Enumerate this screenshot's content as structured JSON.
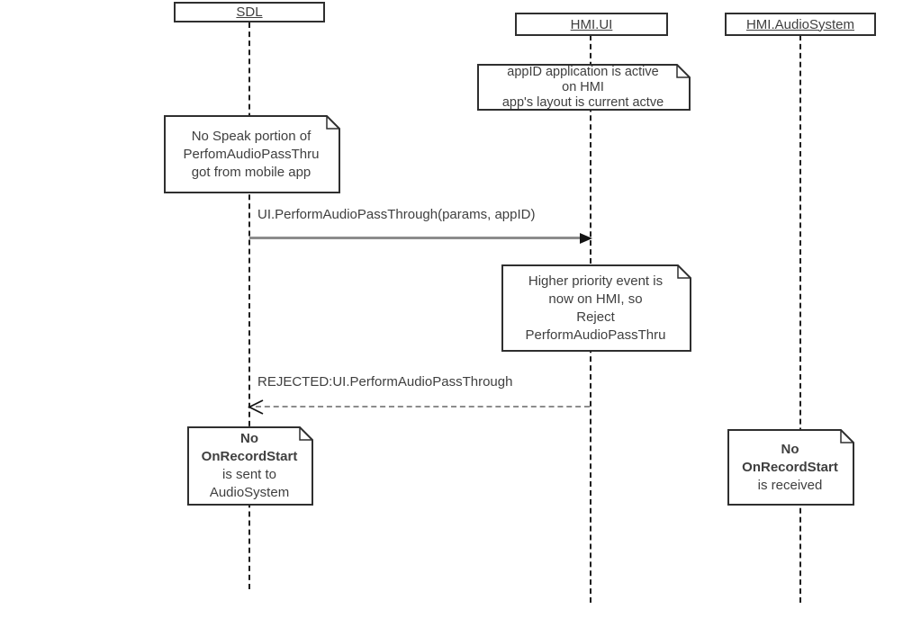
{
  "actors": [
    {
      "label": "SDL"
    },
    {
      "label": "HMI.UI"
    },
    {
      "label": "HMI.AudioSystem"
    }
  ],
  "notes": [
    {
      "id": "appid-active",
      "text": "appID application is active\non HMI\napp's layout is current actve"
    },
    {
      "id": "no-speak-portion",
      "text": "No Speak portion of\nPerfomAudioPassThru\ngot from mobile app"
    },
    {
      "id": "higher-priority-reject",
      "text": "Higher priority event is\nnow on HMI, so\nReject\nPerformAudioPassThru"
    },
    {
      "id": "no-onrecordstart-sent",
      "bold_text": "No\nOnRecordStart",
      "text": "is sent to\nAudioSystem"
    },
    {
      "id": "no-onrecordstart-received",
      "bold_text": "No\nOnRecordStart",
      "text": "is received"
    }
  ],
  "messages": [
    {
      "id": "perform-audio-pass-through",
      "label": "UI.PerformAudioPassThrough(params, appID)",
      "type": "solid",
      "from": "SDL",
      "to": "HMI.UI"
    },
    {
      "id": "rejected-perform-audio-pass-through",
      "label": "REJECTED:UI.PerformAudioPassThrough",
      "type": "dashed-return",
      "from": "HMI.UI",
      "to": "SDL"
    }
  ],
  "colors": {
    "border": "#2f2f2f",
    "text": "#3f3f3f",
    "arrow_shaft": "#8c8c8c",
    "arrow_head": "#141414",
    "lifeline": "#1f1f1f",
    "bg": "#ffffff"
  }
}
